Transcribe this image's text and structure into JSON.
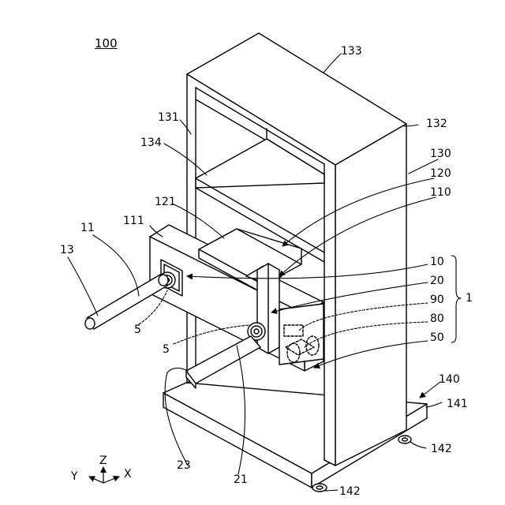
{
  "figure_label": "100",
  "labels": {
    "l133": "133",
    "l132": "132",
    "l131": "131",
    "l134": "134",
    "l130": "130",
    "l120": "120",
    "l110": "110",
    "l121": "121",
    "l111": "111",
    "l11": "11",
    "l13": "13",
    "l10": "10",
    "l20": "20",
    "l90": "90",
    "l80": "80",
    "l50": "50",
    "l1": "1",
    "l5a": "5",
    "l5b": "5",
    "l23": "23",
    "l21": "21",
    "l140": "140",
    "l141": "141",
    "l142a": "142",
    "l142b": "142"
  },
  "axes": {
    "z": "Z",
    "y": "Y",
    "x": "X"
  }
}
